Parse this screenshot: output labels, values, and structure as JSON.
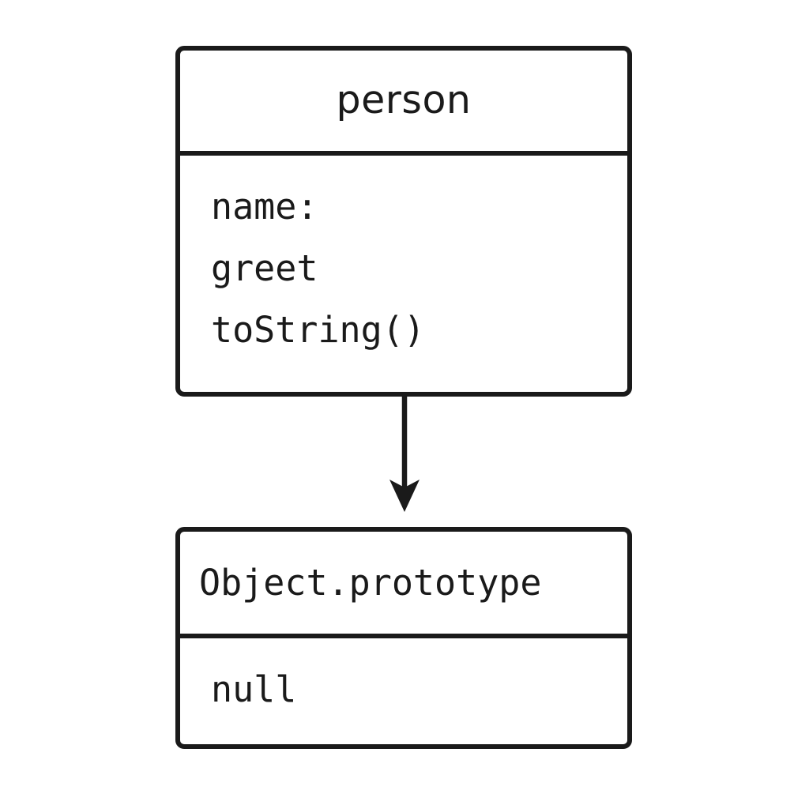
{
  "diagram": {
    "type": "object-prototype-chain",
    "background_color": "#ffffff",
    "stroke_color": "#1a1a1a",
    "text_color": "#1a1a1a",
    "nodes": [
      {
        "id": "person",
        "header": "person",
        "header_align": "center",
        "body_lines": [
          "name:",
          "greet",
          "toString()"
        ]
      },
      {
        "id": "object-prototype",
        "header": "Object.prototype",
        "header_align": "left",
        "body_lines": [
          "null"
        ]
      }
    ],
    "edges": [
      {
        "id": "proto-link",
        "from": "person",
        "to": "object-prototype",
        "label": "",
        "direction": "down",
        "arrowhead": "filled-barbed"
      }
    ]
  }
}
